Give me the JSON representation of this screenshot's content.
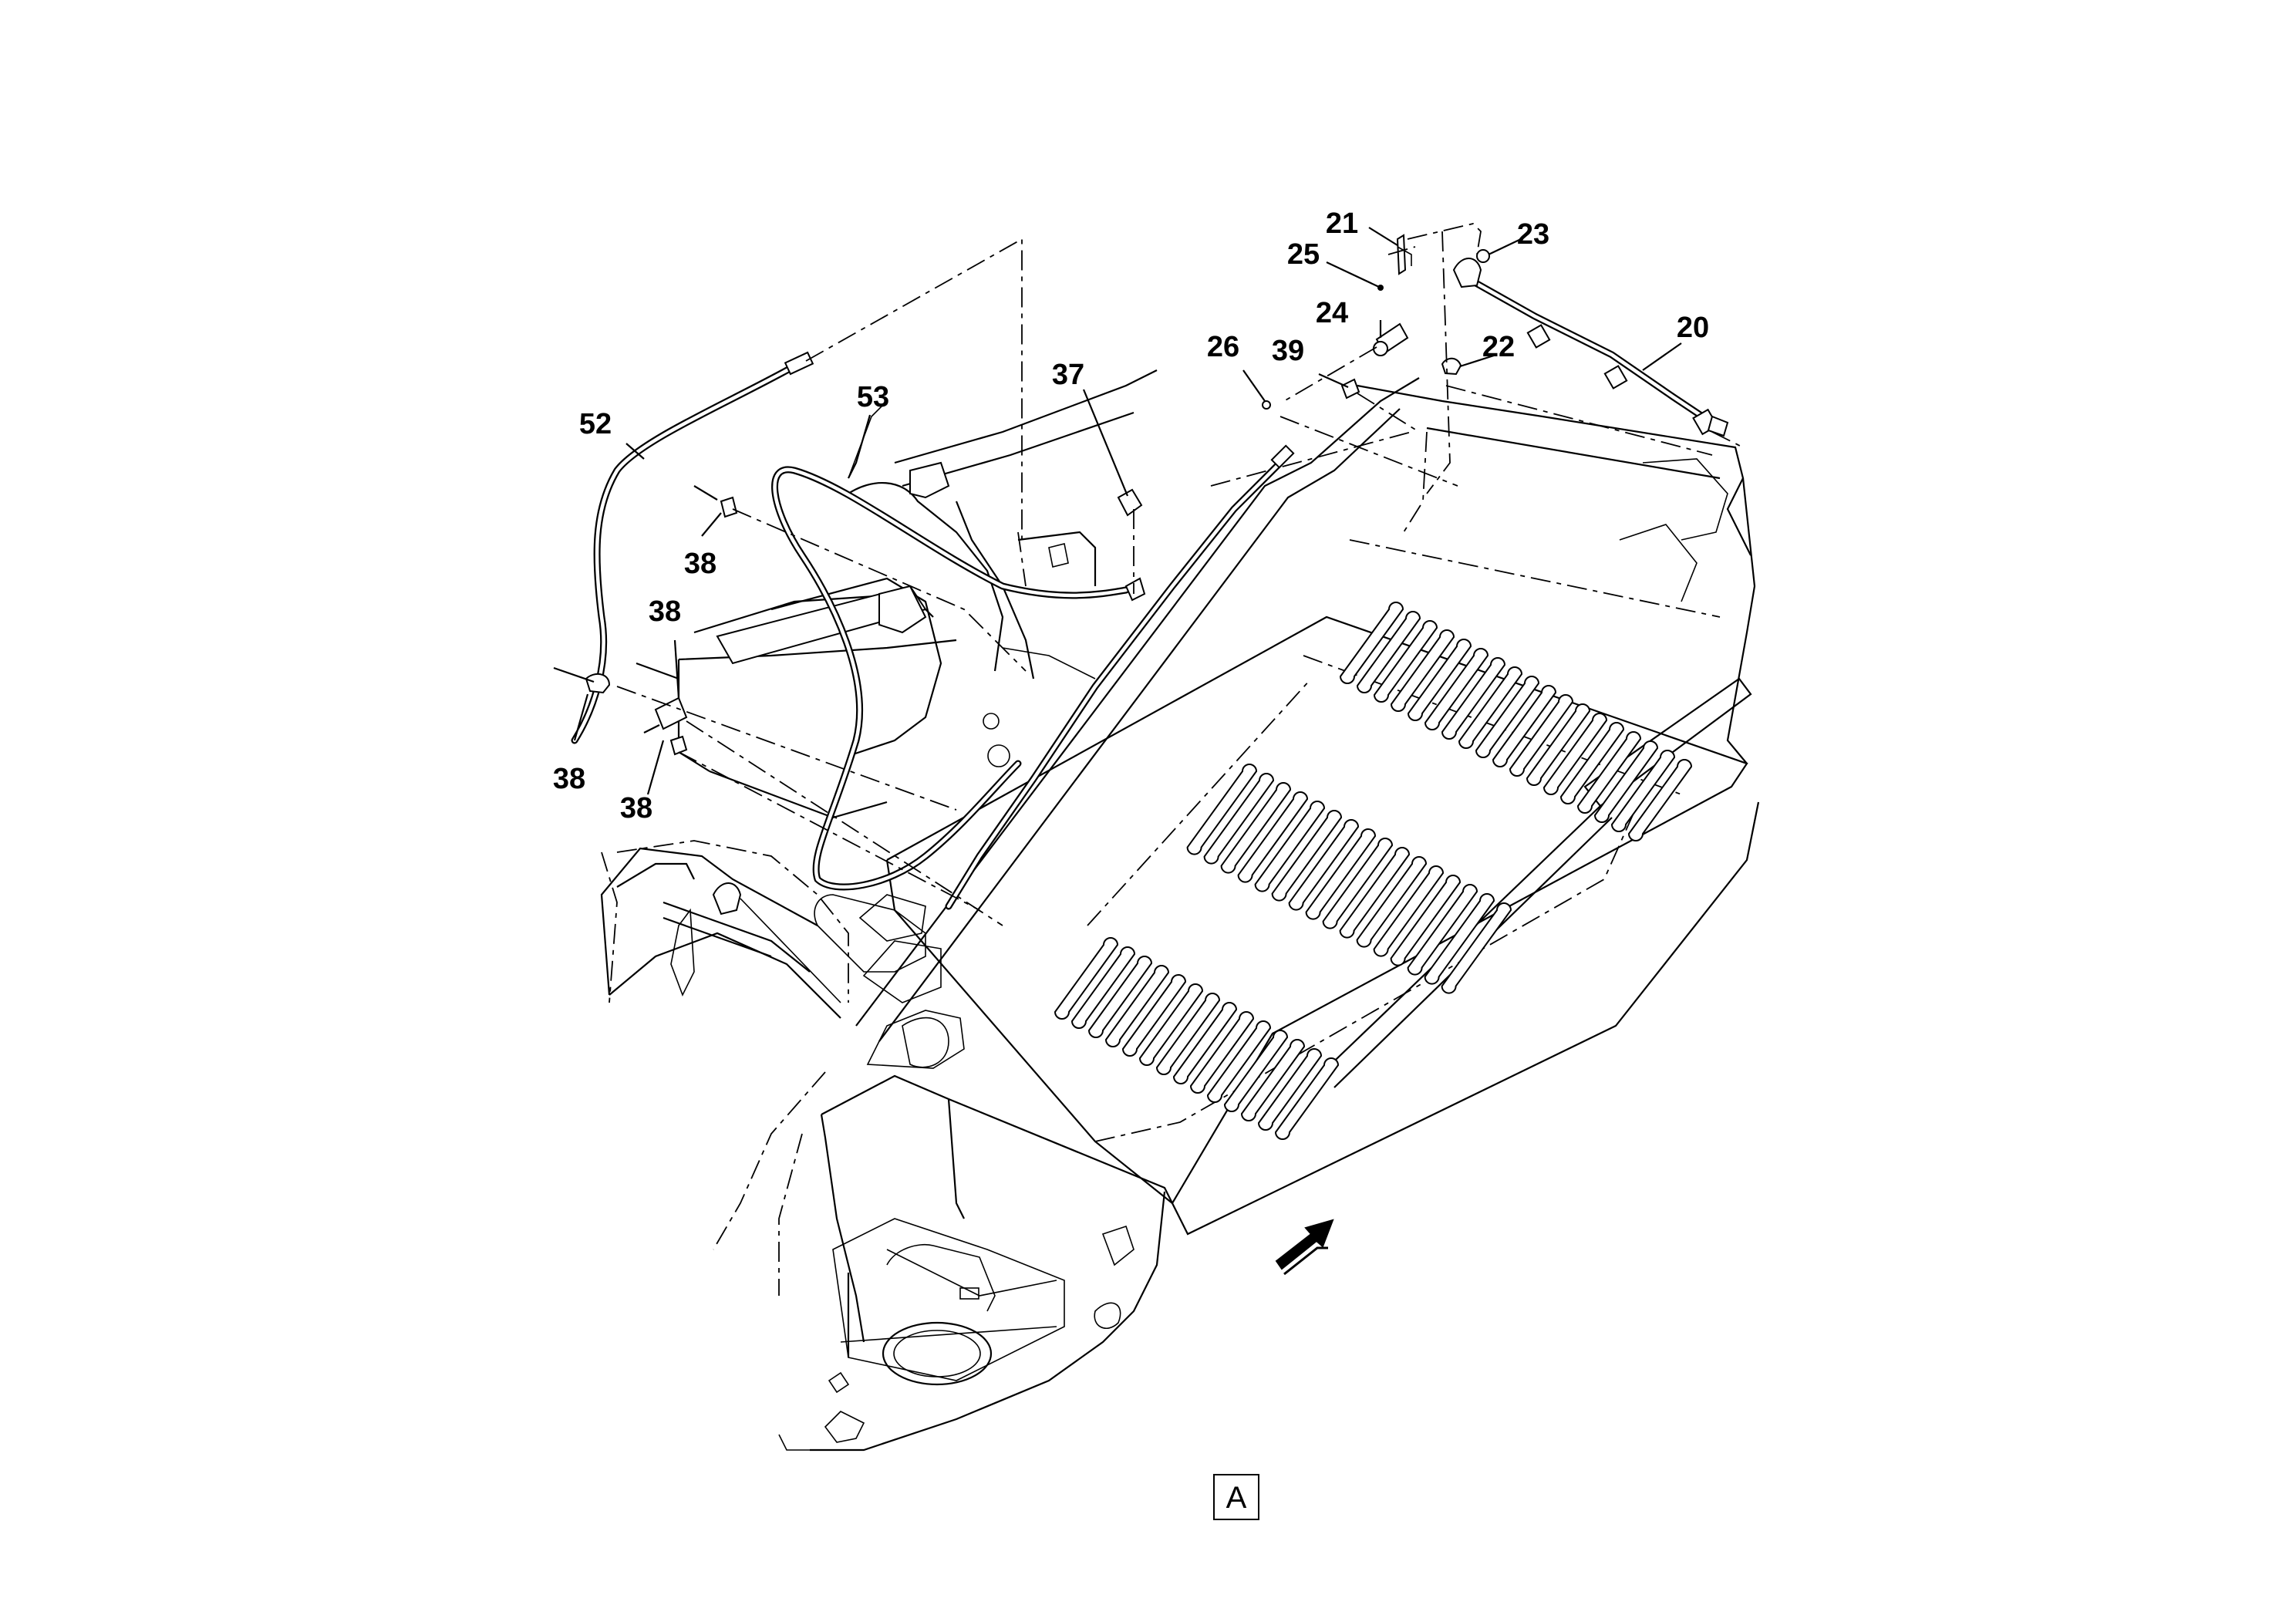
{
  "callouts": [
    {
      "id": "c20",
      "text": "20"
    },
    {
      "id": "c21",
      "text": "21"
    },
    {
      "id": "c22",
      "text": "22"
    },
    {
      "id": "c23",
      "text": "23"
    },
    {
      "id": "c24",
      "text": "24"
    },
    {
      "id": "c25",
      "text": "25"
    },
    {
      "id": "c26",
      "text": "26"
    },
    {
      "id": "c37",
      "text": "37"
    },
    {
      "id": "c38a",
      "text": "38"
    },
    {
      "id": "c38b",
      "text": "38"
    },
    {
      "id": "c38c",
      "text": "38"
    },
    {
      "id": "c38d",
      "text": "38"
    },
    {
      "id": "c39",
      "text": "39"
    },
    {
      "id": "c52",
      "text": "52"
    },
    {
      "id": "c53",
      "text": "53"
    }
  ],
  "view_label": "A",
  "icons": {
    "direction_arrow": "forward-direction-arrow-icon"
  }
}
